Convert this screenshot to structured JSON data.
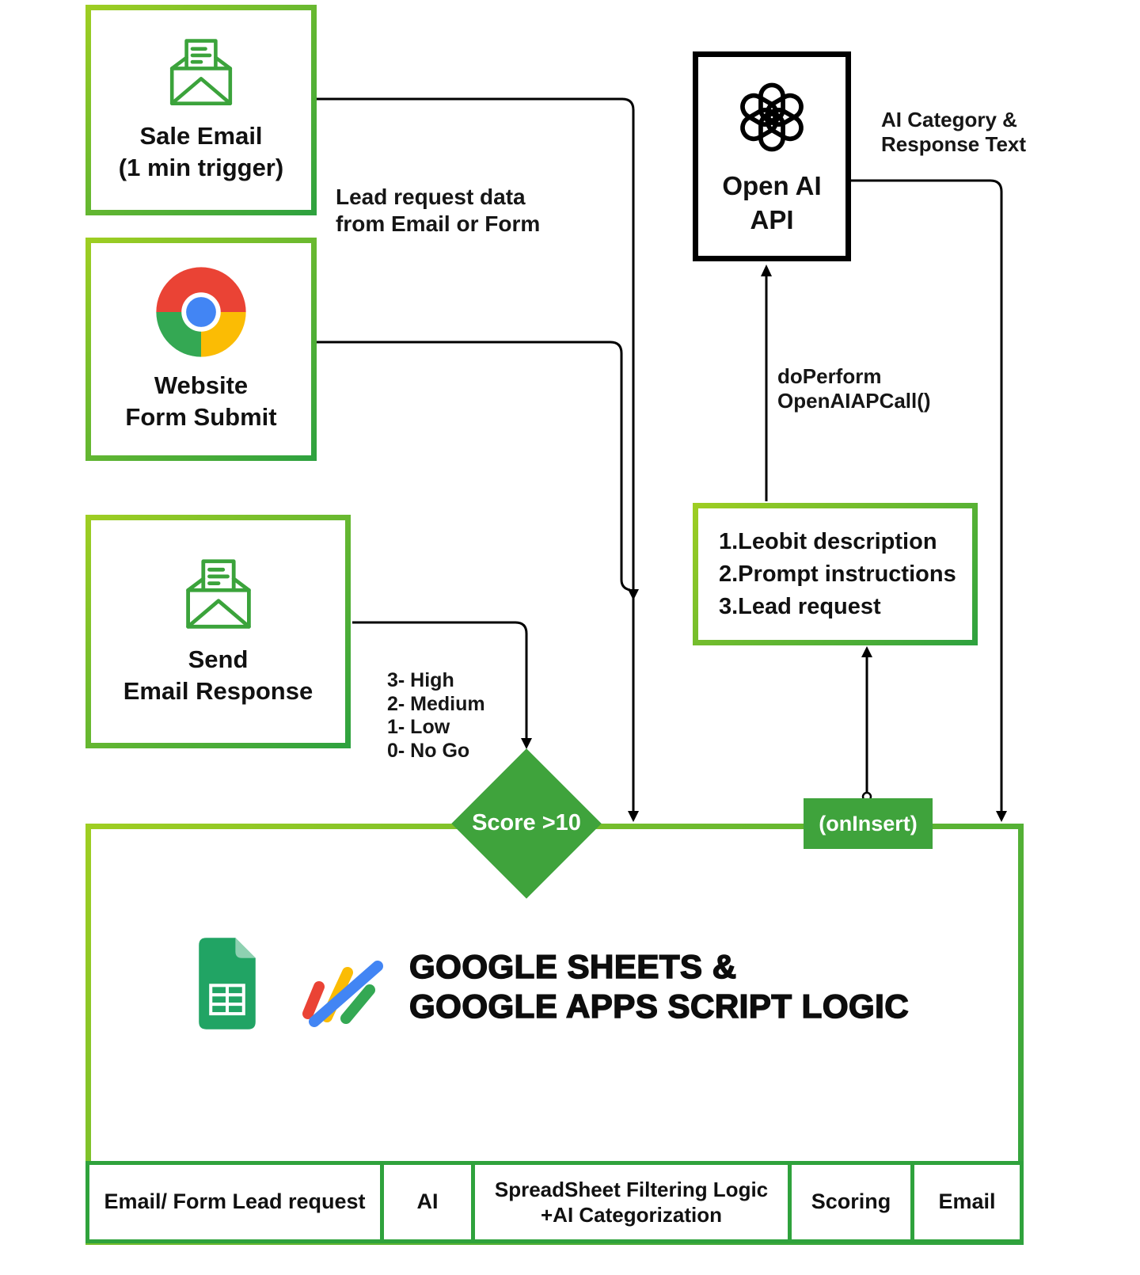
{
  "colors": {
    "lime": "#9FCE22",
    "green": "#2DA13F",
    "accent_green": "#3FA33C",
    "black": "#000000",
    "chrome_red": "#EA4335",
    "chrome_yellow": "#FBBC04",
    "chrome_green": "#34A853",
    "chrome_blue": "#4285F4",
    "sheets_green": "#21A464",
    "sheets_fold": "#8ED1B1"
  },
  "nodes": {
    "sale_email": {
      "line1": "Sale Email",
      "line2": "(1 min trigger)",
      "icon": "open-envelope-letter-icon"
    },
    "website_form": {
      "line1": "Website",
      "line2": "Form Submit",
      "icon": "chrome-logo-icon"
    },
    "send_email_response": {
      "line1": "Send",
      "line2": "Email Response",
      "icon": "open-envelope-letter-icon"
    },
    "openai_api": {
      "line1": "Open AI",
      "line2": "API",
      "icon": "openai-logo-icon"
    },
    "prompt_inputs": {
      "items": [
        "1.Leobit description",
        "2.Prompt instructions",
        "3.Lead request"
      ]
    },
    "google_logic": {
      "title1": "GOOGLE SHEETS &",
      "title2": "GOOGLE APPS SCRIPT LOGIC",
      "icons": [
        "google-sheets-icon",
        "apps-script-icon"
      ]
    }
  },
  "edge_labels": {
    "lead_request": {
      "line1": "Lead request data",
      "line2": "from Email or Form"
    },
    "ai_category": {
      "line1": "AI Category &",
      "line2": "Response Text"
    },
    "do_perform": {
      "line1": "doPerform",
      "line2": "OpenAIAPCall()"
    },
    "score_legend": {
      "line1": "3- High",
      "line2": "2- Medium",
      "line3": "1- Low",
      "line4": "0- No Go"
    }
  },
  "decision": {
    "label": "Score >10"
  },
  "trigger_badge": {
    "label": "(onInsert)"
  },
  "pipeline_cells": [
    {
      "label": "Email/ Form Lead request"
    },
    {
      "label": "AI"
    },
    {
      "label": "SpreadSheet Filtering Logic",
      "label2": "+AI Categorization"
    },
    {
      "label": "Scoring"
    },
    {
      "label": "Email"
    }
  ]
}
